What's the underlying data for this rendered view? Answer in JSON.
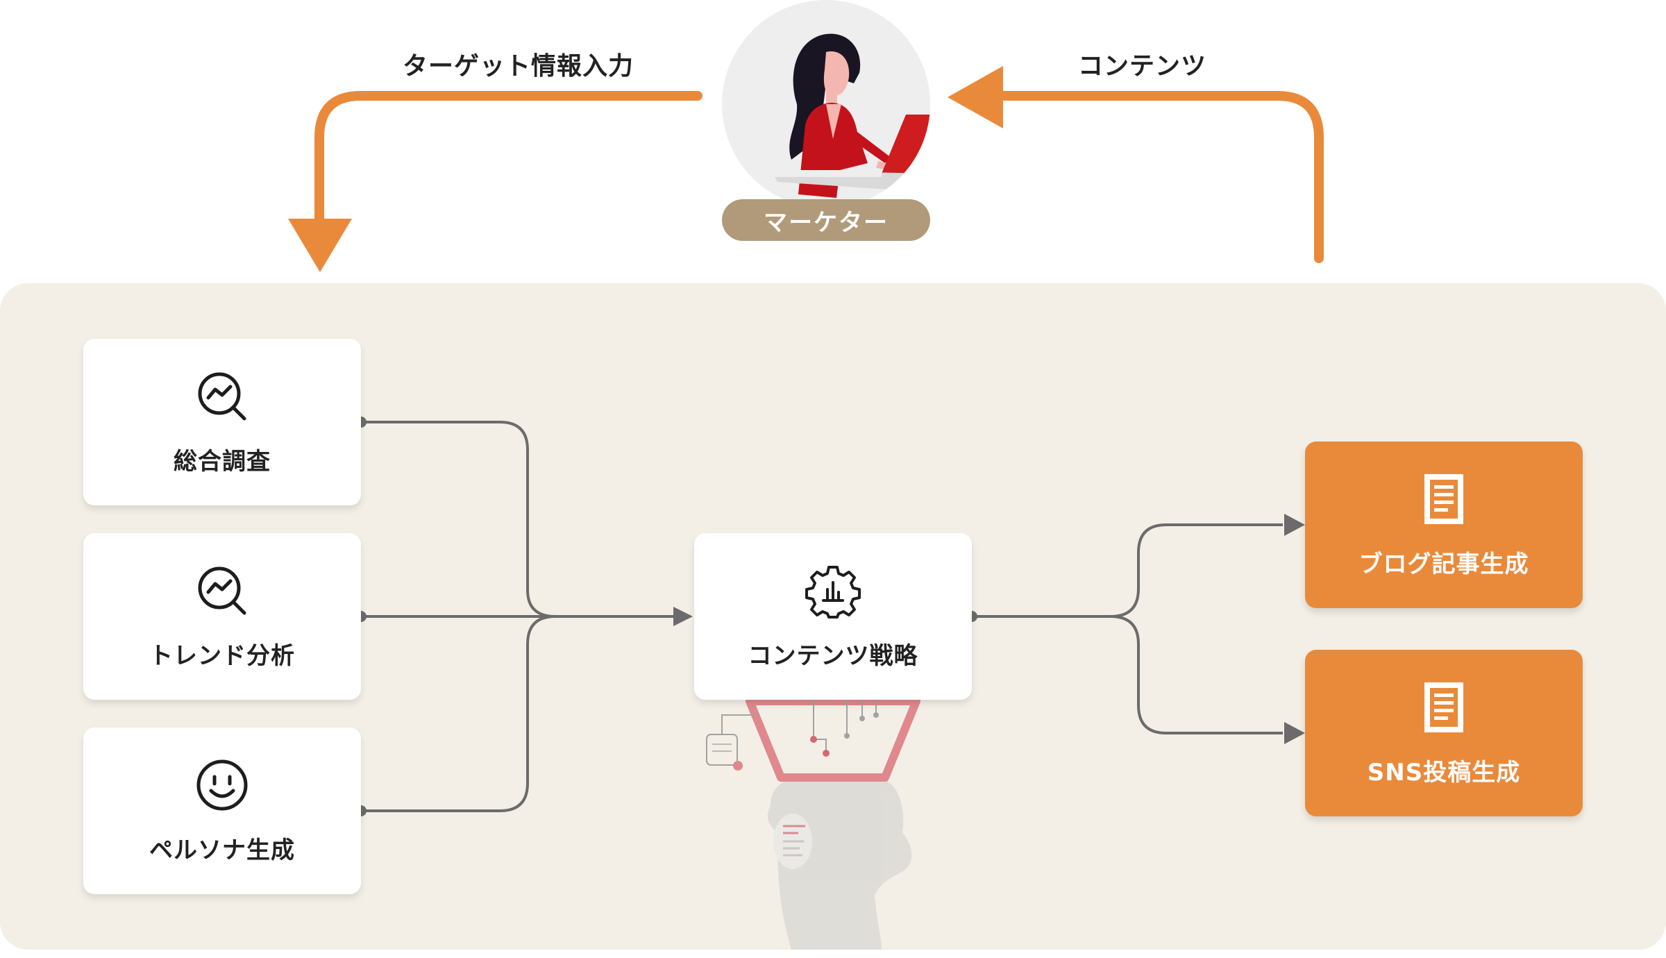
{
  "top": {
    "left_label": "ターゲット情報入力",
    "right_label": "コンテンツ",
    "role": "マーケター"
  },
  "inputs": [
    {
      "label": "総合調査",
      "icon": "trend-search-icon"
    },
    {
      "label": "トレンド分析",
      "icon": "trend-search-icon"
    },
    {
      "label": "ペルソナ生成",
      "icon": "smiley-icon"
    }
  ],
  "center": {
    "label": "コンテンツ戦略",
    "icon": "gear-icon"
  },
  "outputs": [
    {
      "label": "ブログ記事生成",
      "icon": "document-icon"
    },
    {
      "label": "SNS投稿生成",
      "icon": "document-icon"
    }
  ],
  "colors": {
    "accent": "#e98a3b",
    "badge": "#b09a79",
    "panel": "#f3efe7",
    "connector": "#6b6b6b"
  }
}
